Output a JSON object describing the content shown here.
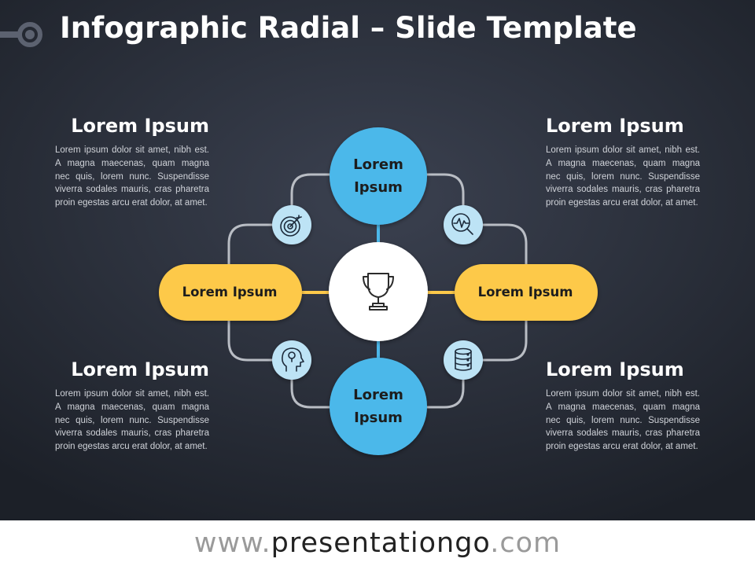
{
  "slide": {
    "title": "Infographic Radial – Slide Template"
  },
  "blocks": [
    {
      "heading": "Lorem Ipsum",
      "body": "Lorem ipsum dolor sit amet, nibh est. A magna maecenas, quam magna nec quis, lorem nunc. Suspendisse viverra sodales mauris, cras pharetra proin egestas arcu erat dolor, at amet."
    },
    {
      "heading": "Lorem Ipsum",
      "body": "Lorem ipsum dolor sit amet, nibh est. A magna maecenas, quam magna nec quis, lorem nunc. Suspendisse viverra sodales mauris, cras pharetra proin egestas arcu erat dolor, at amet."
    },
    {
      "heading": "Lorem Ipsum",
      "body": "Lorem ipsum dolor sit amet, nibh est. A magna maecenas, quam magna nec quis, lorem nunc. Suspendisse viverra sodales mauris, cras pharetra proin egestas arcu erat dolor, at amet."
    },
    {
      "heading": "Lorem Ipsum",
      "body": "Lorem ipsum dolor sit amet, nibh est. A magna maecenas, quam magna nec quis, lorem nunc. Suspendisse viverra sodales mauris, cras pharetra proin egestas arcu erat dolor, at amet."
    }
  ],
  "diagram": {
    "top_node": {
      "line1": "Lorem",
      "line2": "Ipsum"
    },
    "bottom_node": {
      "line1": "Lorem",
      "line2": "Ipsum"
    },
    "left_node": "Lorem Ipsum",
    "right_node": "Lorem Ipsum",
    "center_icon": "trophy-icon",
    "icons": [
      "target-icon",
      "pulse-search-icon",
      "head-idea-icon",
      "database-icon"
    ]
  },
  "colors": {
    "blue": "#4cb8ea",
    "yellow": "#fdc94a",
    "light_blue": "#bde3f5",
    "connector": "#b9bdc4",
    "background": "#2a2f3a"
  },
  "footer": {
    "prefix": "www.",
    "brand": "presentationgo",
    "suffix": ".com"
  }
}
